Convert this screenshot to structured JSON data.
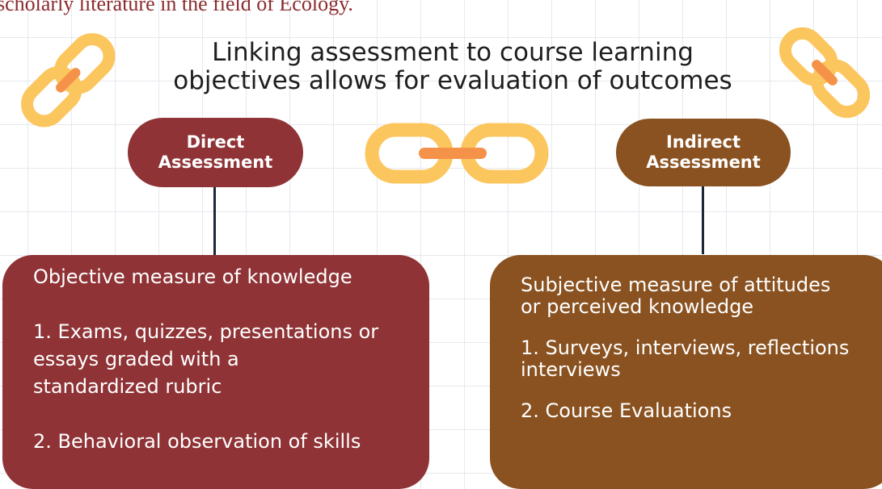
{
  "caption": "scholarly literature in the field of Ecology.",
  "headline": {
    "line1": "Linking assessment to course learning",
    "line2": "objectives allows for evaluation of outcomes"
  },
  "direct": {
    "label_line1": "Direct",
    "label_line2": "Assessment",
    "measure": "Objective measure of knowledge",
    "item1_line1": "1. Exams, quizzes, presentations or",
    "item1_line2": "essays graded with a",
    "item1_line3": "standardized rubric",
    "item2": "2. Behavioral observation of skills"
  },
  "indirect": {
    "label_line1": "Indirect",
    "label_line2": "Assessment",
    "measure_line1": "Subjective measure of attitudes",
    "measure_line2": "or perceived knowledge",
    "item1_line1": "1. Surveys, interviews, reflections",
    "item1_line2": "interviews",
    "item2": "2. Course Evaluations"
  },
  "colors": {
    "direct": "#8f3336",
    "indirect": "#8a5220",
    "chain_link": "#fcc65e",
    "chain_connector": "#f4924a"
  },
  "icons": [
    "chain-link-icon"
  ]
}
